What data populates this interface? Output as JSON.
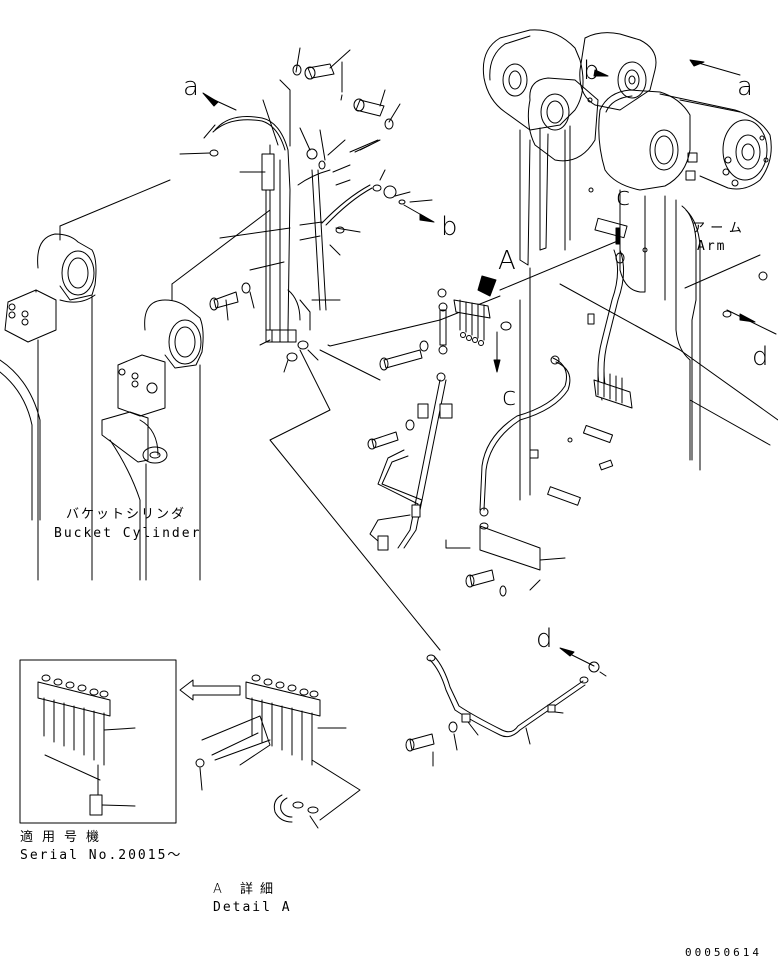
{
  "diagram": {
    "type": "exploded-parts-view",
    "subject": "Bucket cylinder greasing piping / centralized lubrication block"
  },
  "reference_letters": {
    "a_top_left": "a",
    "a_top_right": "a",
    "b_mid": "b",
    "b_top": "b",
    "c_mid": "c",
    "c_top": "c",
    "d_right": "d",
    "d_bottom": "d",
    "A_detail_marker": "A"
  },
  "labels": {
    "arm_jp": "アーム",
    "arm_en": "Arm",
    "bucket_cylinder_jp": "バケットシリンダ",
    "bucket_cylinder_en": "Bucket Cylinder",
    "serial_jp": "適用号機",
    "serial_en": "Serial No.20015～",
    "detail_jp": "A 詳細",
    "detail_en": "Detail A"
  },
  "document_number": "00050614",
  "colors": {
    "line": "#000000",
    "background": "#ffffff"
  }
}
